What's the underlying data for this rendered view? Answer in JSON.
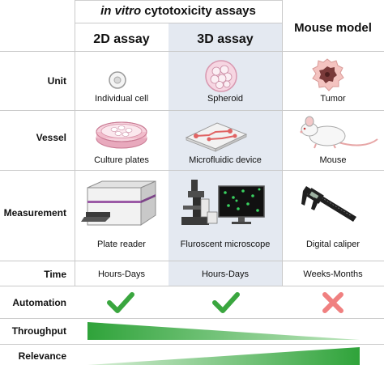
{
  "header": {
    "in_vitro_italic": "in vitro",
    "in_vitro_rest": " cytotoxicity assays",
    "col_2d": "2D assay",
    "col_3d": "3D assay",
    "col_mouse": "Mouse model"
  },
  "rows": {
    "unit": "Unit",
    "vessel": "Vessel",
    "measurement": "Measurement",
    "time": "Time",
    "automation": "Automation",
    "throughput": "Throughput",
    "relevance": "Relevance"
  },
  "unit": {
    "c2d": "Individual cell",
    "c3d": "Spheroid",
    "mouse": "Tumor"
  },
  "vessel": {
    "c2d": "Culture plates",
    "c3d": "Microfluidic device",
    "mouse": "Mouse"
  },
  "measurement": {
    "c2d": "Plate reader",
    "c3d": "Fluroscent microscope",
    "mouse": "Digital caliper"
  },
  "time": {
    "c2d": "Hours-Days",
    "c3d": "Hours-Days",
    "mouse": "Weeks-Months"
  },
  "automation": {
    "c2d": "check-icon",
    "c3d": "check-icon",
    "mouse": "cross-icon"
  },
  "colors": {
    "green": "#3aa63f",
    "red": "#f08080",
    "band": "#e4e9f1"
  }
}
